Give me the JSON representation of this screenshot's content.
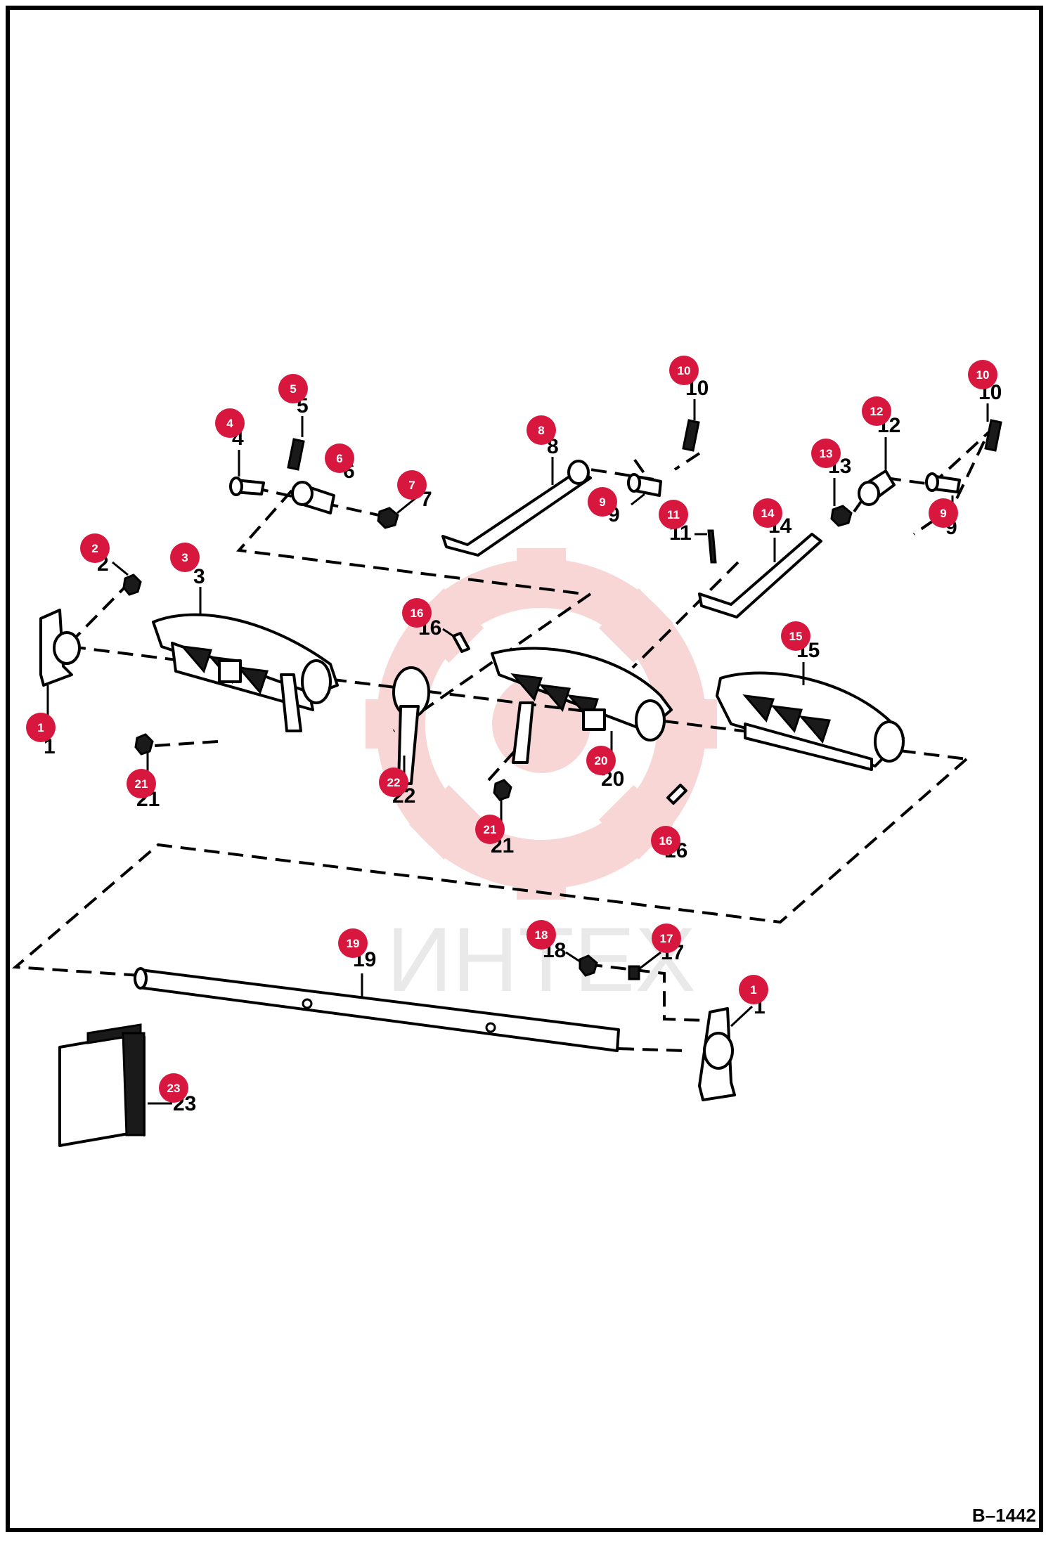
{
  "drawing_number": "B–1442",
  "watermark_text": "ИНТЕХ",
  "colors": {
    "bubble": "#d8173f",
    "watermark": "#f4c7c7",
    "line": "#000000"
  },
  "callouts": [
    {
      "id": "c1a",
      "num": "1"
    },
    {
      "id": "c2",
      "num": "2"
    },
    {
      "id": "c3",
      "num": "3"
    },
    {
      "id": "c4",
      "num": "4"
    },
    {
      "id": "c5",
      "num": "5"
    },
    {
      "id": "c6",
      "num": "6"
    },
    {
      "id": "c7",
      "num": "7"
    },
    {
      "id": "c8",
      "num": "8"
    },
    {
      "id": "c9a",
      "num": "9"
    },
    {
      "id": "c10a",
      "num": "10"
    },
    {
      "id": "c11",
      "num": "11"
    },
    {
      "id": "c12",
      "num": "12"
    },
    {
      "id": "c13",
      "num": "13"
    },
    {
      "id": "c14",
      "num": "14"
    },
    {
      "id": "c10b",
      "num": "10"
    },
    {
      "id": "c9b",
      "num": "9"
    },
    {
      "id": "c15",
      "num": "15"
    },
    {
      "id": "c16a",
      "num": "16"
    },
    {
      "id": "c16b",
      "num": "16"
    },
    {
      "id": "c20",
      "num": "20"
    },
    {
      "id": "c21a",
      "num": "21"
    },
    {
      "id": "c21b",
      "num": "21"
    },
    {
      "id": "c22",
      "num": "22"
    },
    {
      "id": "c19",
      "num": "19"
    },
    {
      "id": "c18",
      "num": "18"
    },
    {
      "id": "c17",
      "num": "17"
    },
    {
      "id": "c1b",
      "num": "1"
    },
    {
      "id": "c23",
      "num": "23"
    }
  ]
}
